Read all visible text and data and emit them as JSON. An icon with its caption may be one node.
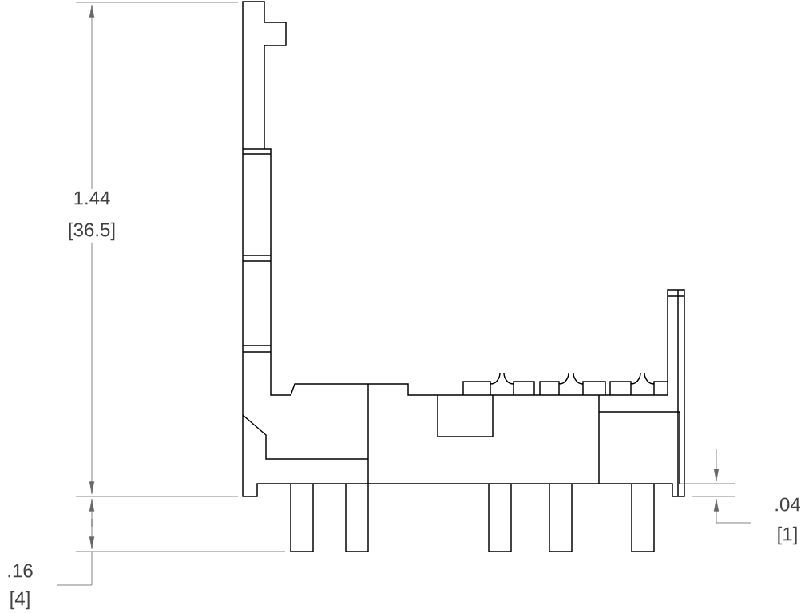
{
  "diagram": {
    "labels": [
      "1.44",
      "[36.5]",
      ".04",
      "[1]",
      ".16",
      "[4]"
    ]
  }
}
